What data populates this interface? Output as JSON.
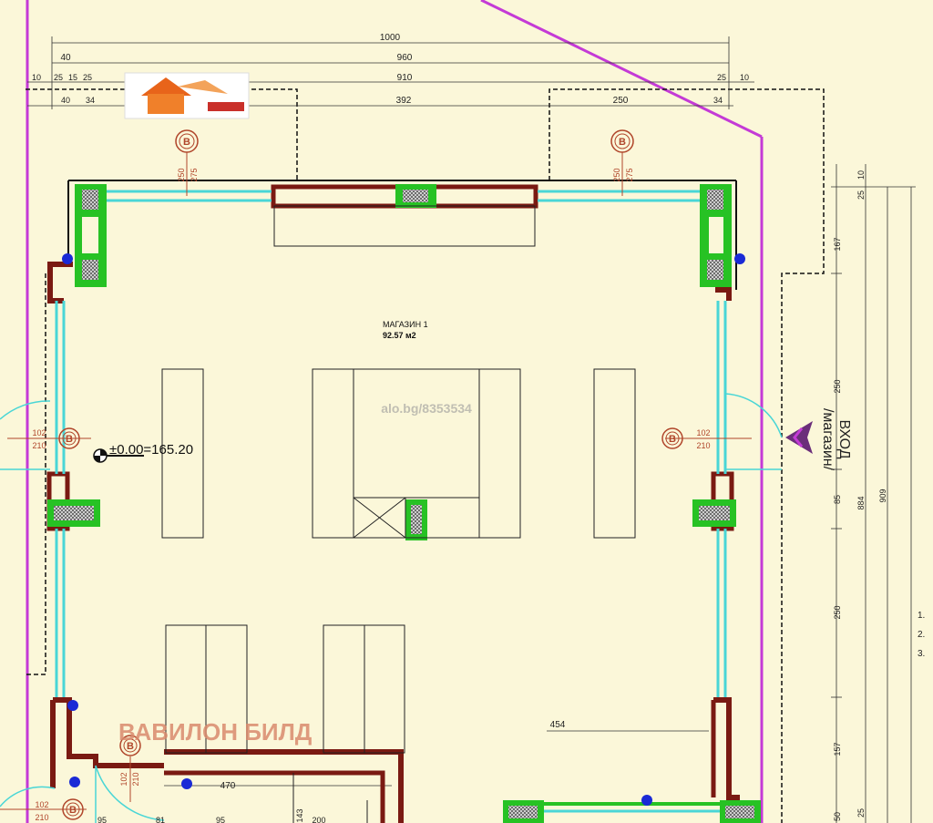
{
  "top_dims": {
    "overall": "1000",
    "row2_left": "40",
    "row2_main": "960",
    "row3": [
      "10",
      "25",
      "15",
      "25"
    ],
    "row3_main": "910",
    "row3_right": [
      "25",
      "10"
    ],
    "row4": [
      "40",
      "34"
    ],
    "row4_mid": "392",
    "row4_right": [
      "250",
      "34"
    ]
  },
  "window_marks": {
    "left": {
      "width": "250",
      "height": "275",
      "type": "В"
    },
    "right": {
      "width": "250",
      "height": "275",
      "type": "В"
    }
  },
  "room": {
    "name": "МАГАЗИН 1",
    "area": "92.57 м2"
  },
  "watermark": "alo.bg/8353534",
  "level_mark": "±0.00=165.20",
  "doors": {
    "left": {
      "width": "102",
      "height": "210",
      "type": "В"
    },
    "right": {
      "width": "102",
      "height": "210",
      "type": "В"
    },
    "bottom": {
      "width": "102",
      "height": "210",
      "type": "В"
    },
    "bottom_left": {
      "width": "102",
      "height": "210",
      "type": "В"
    }
  },
  "entry_label": {
    "line1": "ВХОД",
    "line2": "/магазин/"
  },
  "right_dims": [
    "10",
    "25",
    "167",
    "250",
    "85",
    "250",
    "157",
    "50",
    "25"
  ],
  "right_totals": [
    "884",
    "909"
  ],
  "inner_dims": {
    "counter": "454",
    "bottom_room": "470",
    "bottom_row": [
      "95",
      "81",
      "95",
      "143",
      "200"
    ]
  },
  "list_markers": [
    "1.",
    "2.",
    "3."
  ],
  "brand": "ВАВИЛОН БИЛД",
  "colors": {
    "wall": "#7a1a12",
    "window": "#49d6d6",
    "column": "#27c224",
    "site_line": "#c43ad6",
    "background": "#fbf7d9"
  }
}
